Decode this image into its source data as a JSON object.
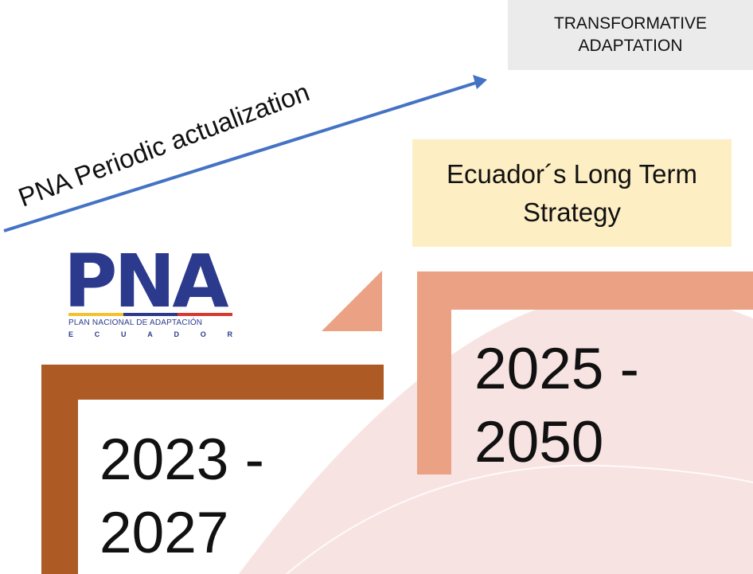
{
  "transformative": {
    "text": "TRANSFORMATIVE ADAPTATION"
  },
  "actualization": {
    "label": "PNA Periodic actualization"
  },
  "strategy": {
    "text": "Ecuador´s Long Term Strategy"
  },
  "logo": {
    "wordmark": "PNA",
    "subtitle": "PLAN NACIONAL DE ADAPTACIÓN",
    "country_letters": [
      "E",
      "C",
      "U",
      "A",
      "D",
      "O",
      "R"
    ],
    "flag_colors": [
      "#f2c230",
      "#2b3a8c",
      "#d63a2f"
    ]
  },
  "periods": [
    {
      "line1": "2023 -",
      "line2": "2027",
      "color": "#ad5a24"
    },
    {
      "line1": "2025 -",
      "line2": "2050",
      "color": "#eba184"
    }
  ],
  "colors": {
    "arrow": "#4472c4",
    "background_swoosh": "#f8e3e3",
    "strategy_fill": "#fdeec4",
    "transformative_fill": "#ebebeb"
  }
}
